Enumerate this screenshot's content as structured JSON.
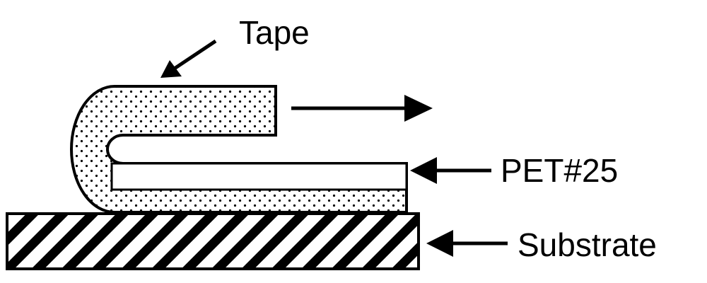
{
  "labels": {
    "tape": "Tape",
    "pet": "PET#25",
    "substrate": "Substrate"
  },
  "colors": {
    "ink": "#000000",
    "background": "#ffffff"
  }
}
